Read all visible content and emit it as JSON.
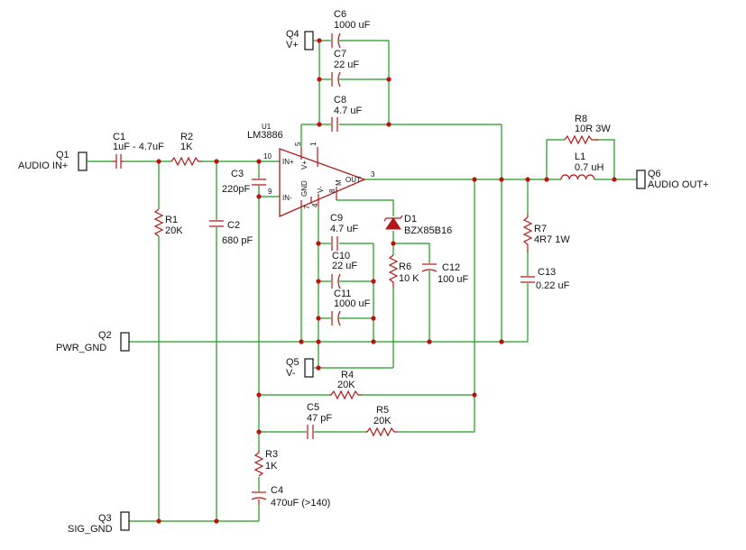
{
  "ports": {
    "q1": {
      "ref": "Q1",
      "label": "AUDIO IN+"
    },
    "q2": {
      "ref": "Q2",
      "label": "PWR_GND"
    },
    "q3": {
      "ref": "Q3",
      "label": "SIG_GND"
    },
    "q4": {
      "ref": "Q4",
      "label": "V+"
    },
    "q5": {
      "ref": "Q5",
      "label": "V-"
    },
    "q6": {
      "ref": "Q6",
      "label": "AUDIO OUT+"
    }
  },
  "opamp": {
    "ref": "U1",
    "part": "LM3886",
    "pins": {
      "in_plus": "IN+",
      "in_minus": "IN-",
      "vplus": "V+",
      "vminus": "V-",
      "gnd": "GND",
      "mute": "M",
      "out": "OUT",
      "p10": "10",
      "p9": "9",
      "p5": "5",
      "p1": "1",
      "p4": "4",
      "p7": "7",
      "p8": "8",
      "p3": "3"
    }
  },
  "components": {
    "c1": {
      "ref": "C1",
      "value": "1uF - 4.7uF"
    },
    "r2": {
      "ref": "R2",
      "value": "1K"
    },
    "r1": {
      "ref": "R1",
      "value": "20K"
    },
    "c2": {
      "ref": "C2",
      "value": "680 pF"
    },
    "c3": {
      "ref": "C3",
      "value": "220pF"
    },
    "c6": {
      "ref": "C6",
      "value": "1000 uF"
    },
    "c7": {
      "ref": "C7",
      "value": "22 uF"
    },
    "c8": {
      "ref": "C8",
      "value": "4.7 uF"
    },
    "c9": {
      "ref": "C9",
      "value": "4.7 uF"
    },
    "c10": {
      "ref": "C10",
      "value": "22 uF"
    },
    "c11": {
      "ref": "C11",
      "value": "1000 uF"
    },
    "d1": {
      "ref": "D1",
      "value": "BZX85B16"
    },
    "r6": {
      "ref": "R6",
      "value": "10 K"
    },
    "c12": {
      "ref": "C12",
      "value": "100 uF"
    },
    "r8": {
      "ref": "R8",
      "value": "10R 3W"
    },
    "l1": {
      "ref": "L1",
      "value": "0.7 uH"
    },
    "r7": {
      "ref": "R7",
      "value": "4R7 1W"
    },
    "c13": {
      "ref": "C13",
      "value": "0.22 uF"
    },
    "r4": {
      "ref": "R4",
      "value": "20K"
    },
    "c5": {
      "ref": "C5",
      "value": "47 pF"
    },
    "r5": {
      "ref": "R5",
      "value": "20K"
    },
    "r3": {
      "ref": "R3",
      "value": "1K"
    },
    "c4": {
      "ref": "C4",
      "value": "470uF (>140)"
    }
  },
  "colors": {
    "wire": "#1f9a1f",
    "component": "#b01818",
    "junction": "#c01010",
    "text": "#111111"
  }
}
